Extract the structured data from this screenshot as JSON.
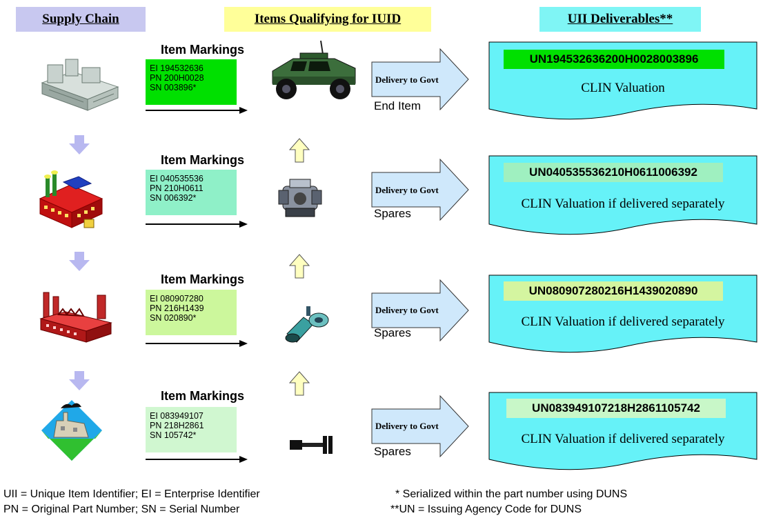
{
  "headers": {
    "supply_chain": "Supply Chain",
    "items_qualifying": "Items Qualifying for IUID",
    "uii_deliverables": "UII Deliverables**"
  },
  "rows": [
    {
      "marking_title": "Item  Markings",
      "ei": "EI 194532636",
      "pn": "PN 200H0028",
      "sn": "SN 003896*",
      "box_color": "#00e000",
      "delivery_label": "Delivery to Govt",
      "delivery_type": "End Item",
      "uii": "UN194532636200H0028003896",
      "uii_color": "#00e000",
      "clin": "CLIN Valuation",
      "item_icon": "military-vehicle-icon",
      "supplier_icon": "prime-factory-icon"
    },
    {
      "marking_title": "Item Markings",
      "ei": "EI 040535536",
      "pn": "PN 210H0611",
      "sn": "SN 006392*",
      "box_color": "#8ff0c8",
      "delivery_label": "Delivery to Govt",
      "delivery_type": "Spares",
      "uii": "UN040535536210H0611006392",
      "uii_color": "#9ff0c0",
      "clin": "CLIN Valuation if delivered separately",
      "item_icon": "engine-icon",
      "supplier_icon": "red-factory-icon"
    },
    {
      "marking_title": "Item Markings",
      "ei": "EI 080907280",
      "pn": "PN 216H1439",
      "sn": "SN 020890*",
      "box_color": "#ccf79c",
      "delivery_label": "Delivery to Govt",
      "delivery_type": "Spares",
      "uii": "UN080907280216H1439020890",
      "uii_color": "#d4f5a0",
      "clin": "CLIN Valuation if delivered separately",
      "item_icon": "pump-part-icon",
      "supplier_icon": "industrial-plant-icon"
    },
    {
      "marking_title": "Item Markings",
      "ei": "EI 083949107",
      "pn": "PN 218H2861",
      "sn": "SN 105742*",
      "box_color": "#d0f7d0",
      "delivery_label": "Delivery to Govt",
      "delivery_type": "Spares",
      "uii": "UN083949107218H2861105742",
      "uii_color": "#c8f7c8",
      "clin": "CLIN Valuation if delivered separately",
      "item_icon": "small-part-icon",
      "supplier_icon": "mine-plant-icon"
    }
  ],
  "footnotes": {
    "line1_left": "UII = Unique Item Identifier; EI = Enterprise Identifier",
    "line2_left": "PN = Original Part Number; SN = Serial Number",
    "line1_right": "* Serialized within the part number using DUNS",
    "line2_right": "**UN = Issuing Agency Code for DUNS"
  },
  "colors": {
    "supply_chain_header_bg": "#c8c8f0",
    "items_header_bg": "#ffff99",
    "uii_header_bg": "#7ff5f5",
    "deliverable_bg": "#66f2f8",
    "delivery_arrow_bg": "#cfe8fb",
    "up_arrow_fill": "#ffffc0",
    "down_arrow_fill": "#b8b8f0"
  }
}
